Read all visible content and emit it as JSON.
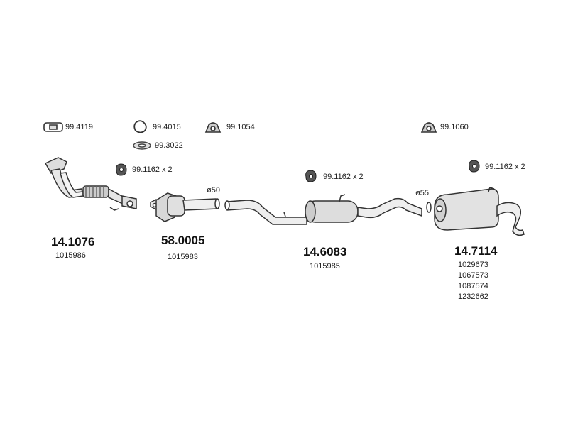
{
  "accessories": {
    "clamp_a": "99.4119",
    "ring": "99.4015",
    "hanger_a": "99.1054",
    "gasket": "99.3022",
    "hanger_b": "99.1060"
  },
  "mount_labels": {
    "m1": "99.1162 x 2",
    "m2": "99.1162 x 2",
    "m3": "99.1162 x 2"
  },
  "diameters": {
    "d1": "ø50",
    "d2": "ø55"
  },
  "parts": [
    {
      "number": "14.1076",
      "oe": [
        "1015986"
      ]
    },
    {
      "number": "58.0005",
      "oe": [
        "1015983"
      ]
    },
    {
      "number": "14.6083",
      "oe": [
        "1015985"
      ]
    },
    {
      "number": "14.7114",
      "oe": [
        "1029673",
        "1067573",
        "1087574",
        "1232662"
      ]
    }
  ]
}
